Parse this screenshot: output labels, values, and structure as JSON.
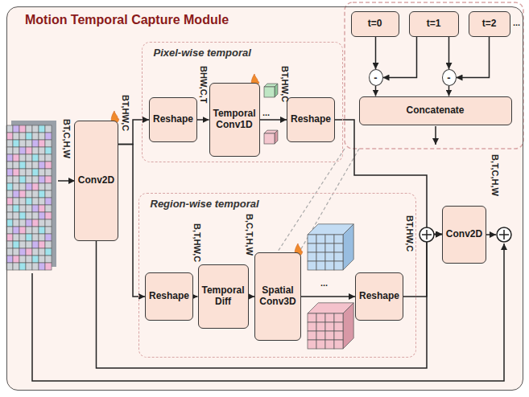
{
  "diagram": {
    "nodes": [
      {
        "text": [
          "Motion Temporal Capture Module"
        ]
      },
      {
        "text": [
          "t=0"
        ],
        "in": 0
      },
      {
        "text": [
          "t=1"
        ],
        "in": 0
      },
      {
        "text": [
          "t=2"
        ],
        "in": 0
      },
      {
        "text": [
          "-"
        ],
        "in": 0
      },
      {
        "text": [
          "-"
        ],
        "in": 0
      },
      {
        "text": [
          "Concatenate"
        ],
        "in": 0
      },
      {
        "text": [
          "Pixel-wise temporal"
        ],
        "in": 0
      },
      {
        "text": [
          "Reshape"
        ],
        "in": 7
      },
      {
        "text": [
          "Temporal Conv1D"
        ],
        "in": 7
      },
      {
        "text": [
          "Reshape"
        ],
        "in": 7
      },
      {
        "text": [
          "Conv2D"
        ],
        "in": 0
      },
      {
        "text": [
          "Region-wise temporal"
        ],
        "in": 0
      },
      {
        "text": [
          "Reshape"
        ],
        "in": 12
      },
      {
        "text": [
          "Temporal Diff"
        ],
        "in": 12
      },
      {
        "text": [
          "Spatial Conv3D"
        ],
        "in": 12
      },
      {
        "text": [
          "Reshape"
        ],
        "in": 12
      },
      {
        "text": [
          "Conv2D"
        ],
        "in": 0
      }
    ],
    "edges": [
      {
        "from": 1,
        "to": 4,
        "arrow": "to"
      },
      {
        "from": 2,
        "to": 4,
        "arrow": "to"
      },
      {
        "from": 2,
        "to": 5,
        "arrow": "to"
      },
      {
        "from": 3,
        "to": 5,
        "arrow": "to"
      },
      {
        "from": 4,
        "to": 6,
        "arrow": "to"
      },
      {
        "from": 5,
        "to": 6,
        "arrow": "to"
      },
      {
        "from": 11,
        "to": 8,
        "arrow": "to"
      },
      {
        "from": 8,
        "to": 9,
        "arrow": "to"
      },
      {
        "from": 9,
        "to": 10,
        "arrow": "to"
      },
      {
        "from": 10,
        "to": 17,
        "arrow": "to"
      },
      {
        "from": 11,
        "to": 13,
        "arrow": "to"
      },
      {
        "from": 13,
        "to": 14,
        "arrow": "to"
      },
      {
        "from": 14,
        "to": 15,
        "arrow": "to"
      },
      {
        "from": 15,
        "to": 16,
        "arrow": "to"
      },
      {
        "from": 16,
        "to": 17,
        "arrow": "to"
      },
      {
        "from": 11,
        "to": 17,
        "arrow": "to"
      }
    ],
    "labels": [
      "BT,C,H,W",
      "BT,HW,C",
      "BHW,C,T",
      "BT,HW,C",
      "B,T,HW,C",
      "B,C,T,H,W",
      "BT,HW,C",
      "B,T,C,H,W",
      "...",
      "...",
      "..."
    ]
  }
}
